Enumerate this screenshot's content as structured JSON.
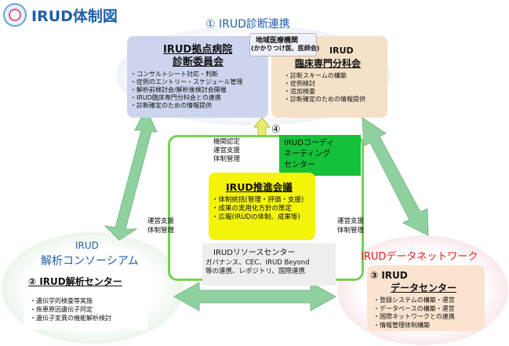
{
  "header": {
    "title": "IRUD体制図"
  },
  "top_cluster": {
    "title": "① IRUD診断連携",
    "hospital": {
      "name_line1": "IRUD拠点病院",
      "name_line2": "診断委員会",
      "items": [
        "・コンサルトシート対応・判断",
        "・症例のエントリー・スケジュール管理",
        "・解析前検討会/解析後検討会開催",
        "・IRUD臨床専門分科会との連携",
        "・診断確定のための情報提供"
      ]
    },
    "local": {
      "line1": "地域医療機関",
      "line2": "(かかりつけ医、医師会)"
    },
    "clinical": {
      "line1": "IRUD",
      "line2": "臨床専門分科会",
      "items": [
        "・診断スキームの構築",
        "・症例検討",
        "・追加検査",
        "・診断確定のための情報提供"
      ]
    }
  },
  "center": {
    "label_number": "④",
    "support_top": [
      "機関認定",
      "運営支援",
      "体制管理"
    ],
    "coord": [
      "IRUDコーディ",
      "ネーティング",
      "センター"
    ],
    "meeting": {
      "title": "IRUD推進会議",
      "items": [
        "・体制統括(管理・評価・支援)",
        "・成果の実用化方針の策定",
        "・広報(IRUDの体制、成果等)"
      ]
    },
    "resource": {
      "title": "IRUDリソースセンター",
      "lines": [
        "ガバナンス、CEC、IRUD Beyond",
        "等の連携、レポジトリ、国際連携"
      ]
    },
    "support_left": [
      "運営支援",
      "体制管理"
    ],
    "support_right": [
      "運営支援",
      "体制管理"
    ]
  },
  "left_cluster": {
    "title_line1": "IRUD",
    "title_line2": "解析コンソーシアム",
    "center_title": "② IRUD解析センター",
    "items": [
      "・遺伝学的検査等実施",
      "・疾患原因遺伝子同定",
      "・遺伝子変異の機能解析検討"
    ]
  },
  "right_cluster": {
    "title": "IRUDデータネットワーク",
    "center_line1": "③ IRUD",
    "center_line2": "データセンター",
    "items": [
      "・登録システムの構築・運営",
      "・データベースの構築・運営",
      "・国際ネットワークとの連携",
      "・情報管理体制構築"
    ]
  },
  "colors": {
    "title_blue": "#1f5fa8",
    "arrow_green": "#8fd19e",
    "arrow_yellow": "#e8ec6a",
    "data_red": "#e02020"
  }
}
